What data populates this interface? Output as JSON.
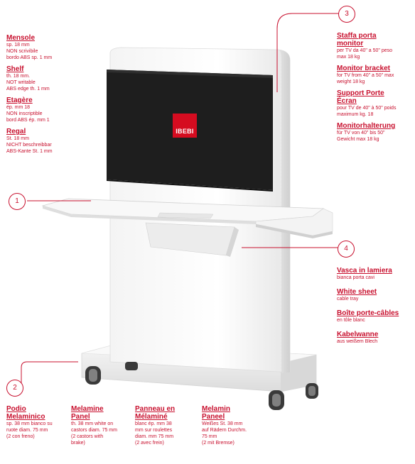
{
  "colors": {
    "accent": "#c8102e"
  },
  "callouts": [
    {
      "num": "1"
    },
    {
      "num": "2"
    },
    {
      "num": "3"
    },
    {
      "num": "4"
    }
  ],
  "logo_text": "IBEBI",
  "left_column": [
    {
      "title": "Mensole",
      "lines": [
        "sp. 18 mm",
        "NON scrivibile",
        "bordo ABS sp. 1 mm"
      ]
    },
    {
      "title": "Shelf",
      "lines": [
        "th. 18 mm.",
        "NOT writable",
        "ABS edge th. 1 mm"
      ]
    },
    {
      "title": "Etagère",
      "lines": [
        "ép. mm 18",
        "NON inscriptible",
        "bord ABS ép. mm 1"
      ]
    },
    {
      "title": "Regal",
      "lines": [
        "St. 18 mm",
        "NICHT beschreibbar",
        "ABS-Kante St. 1 mm"
      ]
    }
  ],
  "right_top": [
    {
      "title_lines": [
        "Staffa porta",
        "monitor"
      ],
      "lines": [
        "per TV da 40\" a 50\" peso",
        "max 18 kg"
      ]
    },
    {
      "title_lines": [
        "Monitor bracket"
      ],
      "lines": [
        "for TV from 40\" a 50\" max",
        "weight 18 kg"
      ]
    },
    {
      "title_lines": [
        "Support Porte",
        "Écran"
      ],
      "lines": [
        "pour TV de 40\" à 50\" poids",
        "maximum kg. 18"
      ]
    },
    {
      "title_lines": [
        "Monitorhalterung"
      ],
      "lines": [
        "für TV von 40\" bis 50\"",
        "Gewicht max 18 kg"
      ]
    }
  ],
  "right_mid": [
    {
      "title": "Vasca in lamiera",
      "lines": [
        "bianca porta cavi"
      ]
    },
    {
      "title": "White sheet",
      "lines": [
        "cable tray"
      ]
    },
    {
      "title": "Boîte porte-câbles",
      "lines": [
        "en tôle blanc"
      ]
    },
    {
      "title": "Kabelwanne",
      "lines": [
        "aus weißem Blech"
      ]
    }
  ],
  "bottom": [
    {
      "title_lines": [
        "Podio",
        "Melaminico"
      ],
      "lines": [
        "sp. 38 mm bianco su",
        "ruote diam. 75 mm",
        "(2 con freno)"
      ]
    },
    {
      "title_lines": [
        "Melamine",
        "Panel"
      ],
      "lines": [
        "th. 38 mm white on",
        "castors diam. 75 mm",
        "(2 castors with",
        "brake)"
      ]
    },
    {
      "title_lines": [
        "Panneau en",
        "Mélaminé"
      ],
      "lines": [
        "blanc ép. mm 38",
        "mm sur roulettes",
        "diam. mm 75 mm",
        "(2 avec frein)"
      ]
    },
    {
      "title_lines": [
        "Melamin",
        "Paneel"
      ],
      "lines": [
        "Weißes St. 38 mm",
        "auf Rädern Durchm.",
        "75 mm",
        "(2 mit Bremse)"
      ]
    }
  ]
}
